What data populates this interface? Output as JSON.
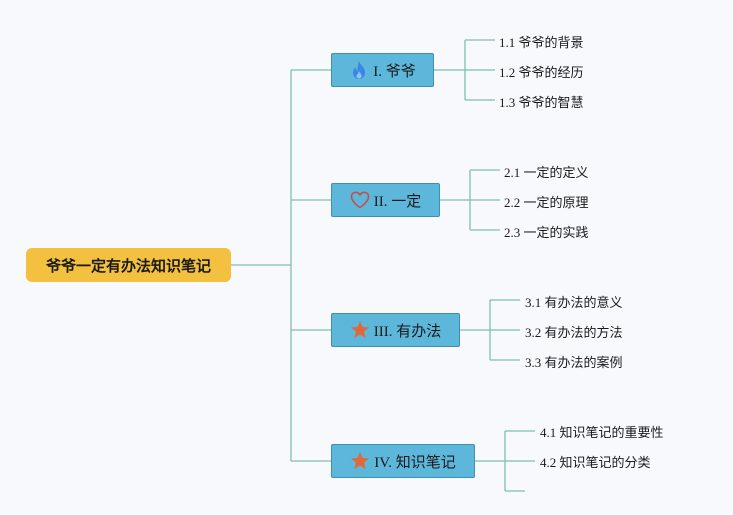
{
  "root": {
    "label": "爷爷一定有办法知识笔记"
  },
  "branches": [
    {
      "label": "I. 爷爷",
      "icon": "flame-icon",
      "icon_color": "#3a86e8",
      "children": [
        "1.1 爷爷的背景",
        "1.2 爷爷的经历",
        "1.3 爷爷的智慧"
      ]
    },
    {
      "label": "II. 一定",
      "icon": "heart-outline-icon",
      "icon_color": "#c0504d",
      "children": [
        "2.1 一定的定义",
        "2.2 一定的原理",
        "2.3 一定的实践"
      ]
    },
    {
      "label": "III. 有办法",
      "icon": "star-icon",
      "icon_color": "#e0683a",
      "children": [
        "3.1 有办法的意义",
        "3.2 有办法的方法",
        "3.3 有办法的案例"
      ]
    },
    {
      "label": "IV. 知识笔记",
      "icon": "star-icon",
      "icon_color": "#e0683a",
      "children": [
        "4.1 知识笔记的重要性",
        "4.2 知识笔记的分类",
        ""
      ]
    }
  ],
  "colors": {
    "root_fill": "#f3c13f",
    "branch_fill": "#5db7da",
    "connector": "#7fbfb0",
    "background": "#f8f9fd"
  }
}
